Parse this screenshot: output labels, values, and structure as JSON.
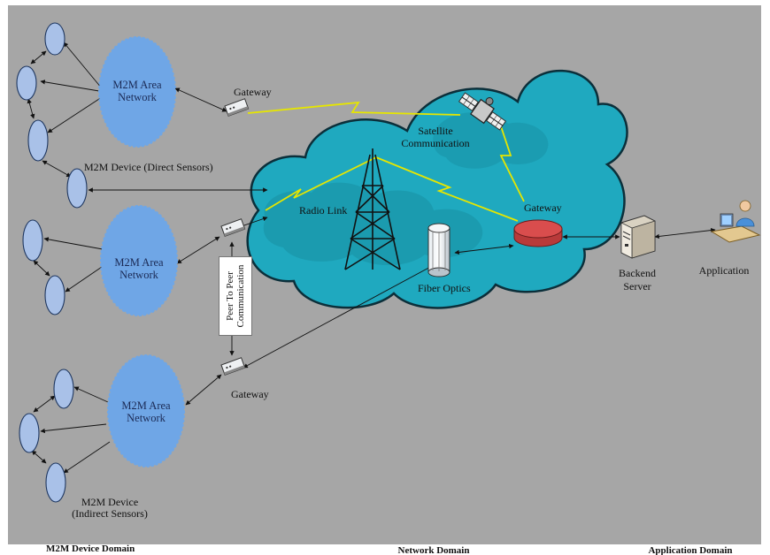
{
  "labels": {
    "m2m_area_network_top": [
      "M2M Area",
      "Network"
    ],
    "m2m_area_network_mid": [
      "M2M Area",
      "Network"
    ],
    "m2m_area_network_bottom": [
      "M2M Area",
      "Network"
    ],
    "gateway_top": "Gateway",
    "gateway_bottom": "Gateway",
    "gateway_core": "Gateway",
    "m2m_device_direct": "M2M Device  (Direct Sensors)",
    "m2m_device_indirect": [
      "M2M Device",
      "(Indirect Sensors)"
    ],
    "satellite_communication": [
      "Satellite",
      "Communication"
    ],
    "radio_link": "Radio Link",
    "fiber_optics": "Fiber Optics",
    "backend_server": [
      "Backend",
      "Server"
    ],
    "application": "Application",
    "peer_to_peer": [
      "Peer To Peer",
      "Communication"
    ]
  },
  "domains": {
    "device": "M2M Device Domain",
    "network": "Network Domain",
    "application": "Application Domain"
  },
  "colors": {
    "background": "#a6a6a6",
    "cloud": "#1fa9bf",
    "area_network": "#6fa6e6",
    "device_node": "#a9c1e8",
    "wireless_link": "#e6e600",
    "core_gateway": "#d94d4d"
  },
  "icons": [
    "gateway-router-icon",
    "satellite-icon",
    "radio-tower-icon",
    "fiber-optics-icon",
    "backend-server-icon",
    "application-user-icon"
  ]
}
